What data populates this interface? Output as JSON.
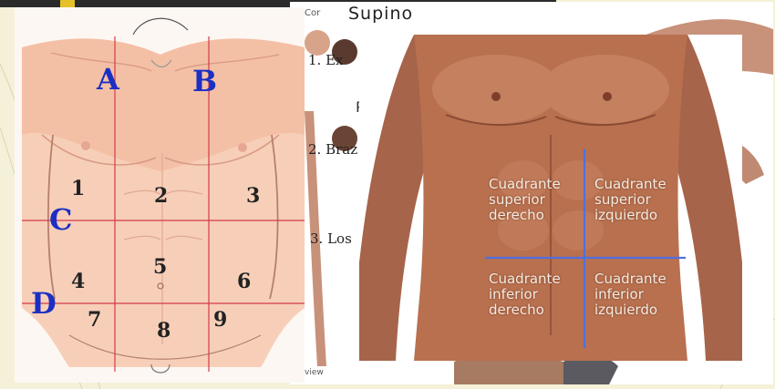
{
  "slide": {
    "header_title": "Supino",
    "header_fragment": "Cor",
    "bottom_fragment": "view",
    "list_items": [
      "1. Ex",
      "2. Braz",
      "3. Los"
    ],
    "side_fragment_letter": "P",
    "accent_color": "#e6c12a"
  },
  "left_figure": {
    "regions": [
      "A",
      "B",
      "C",
      "D"
    ],
    "numbers": [
      "1",
      "2",
      "3",
      "4",
      "5",
      "6",
      "7",
      "8",
      "9"
    ],
    "line_color": "#d23a4a",
    "letter_color": "#1b2fc4"
  },
  "right_figure": {
    "quadrants": [
      [
        "Cuadrante",
        "superior",
        "derecho"
      ],
      [
        "Cuadrante",
        "superior",
        "izquierdo"
      ],
      [
        "Cuadrante",
        "inferior",
        "derecho"
      ],
      [
        "Cuadrante",
        "inferior",
        "izquierdo"
      ]
    ],
    "line_color": "#4f6fe0"
  }
}
